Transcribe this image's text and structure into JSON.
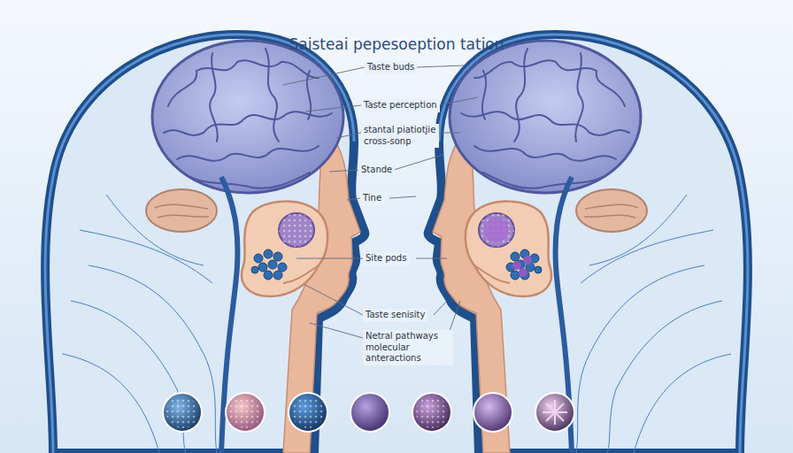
{
  "diagram": {
    "title": "Saisteai pepesoeption tation",
    "labels": [
      "Taste buds",
      "Taste perception",
      "stantal piatiotjie cross-sonp",
      "Stande",
      "Tine",
      "Site pods",
      "Taste senisity",
      "Netral pathways molecular anteractions"
    ]
  }
}
